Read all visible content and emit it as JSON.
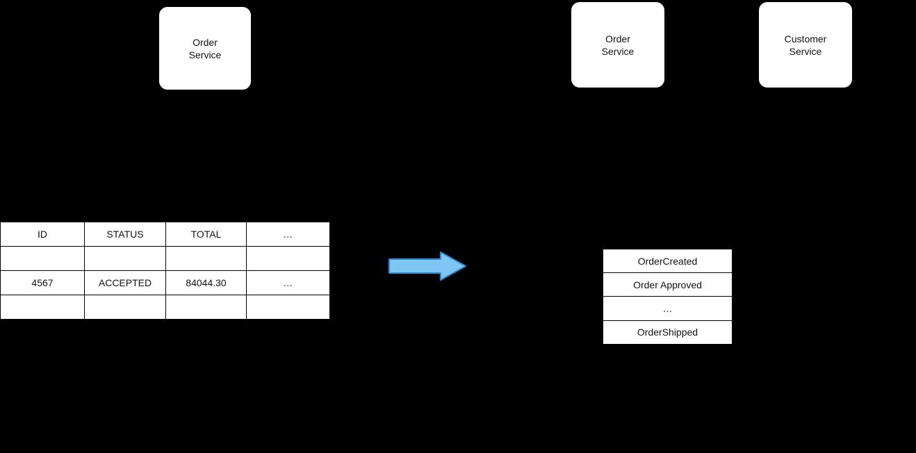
{
  "diagram": {
    "background_color": "#000000",
    "services": [
      {
        "id": "order-service-left",
        "label": "Order\nService"
      },
      {
        "id": "order-service-right",
        "label": "Order\nService"
      },
      {
        "id": "customer-service",
        "label": "Customer\nService"
      }
    ],
    "orders_table": {
      "headers": [
        "ID",
        "STATUS",
        "TOTAL",
        "…"
      ],
      "rows": [
        [
          "",
          "",
          "",
          ""
        ],
        [
          "4567",
          "ACCEPTED",
          "84044.30",
          "…"
        ],
        [
          "",
          "",
          "",
          ""
        ]
      ]
    },
    "arrow": {
      "name": "transformation-arrow",
      "direction": "right",
      "fill_color": "#7FC6F2",
      "stroke_color": "#1E90DC"
    },
    "events_table": {
      "rows": [
        [
          "OrderCreated"
        ],
        [
          "Order Approved"
        ],
        [
          "…"
        ],
        [
          "OrderShipped"
        ]
      ]
    }
  }
}
